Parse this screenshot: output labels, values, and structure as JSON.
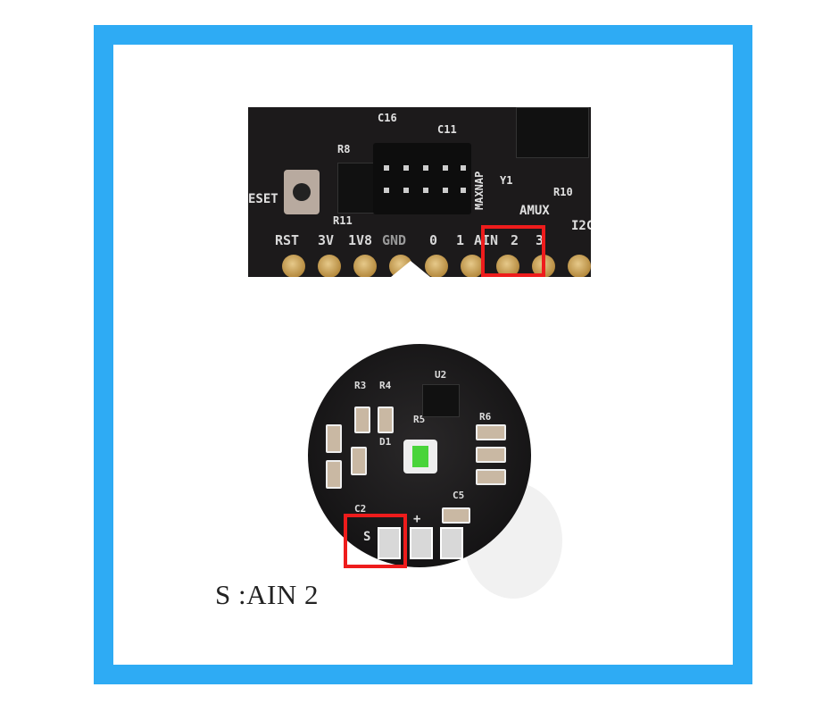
{
  "colors": {
    "frame": "#2eabf4",
    "highlight_box": "#ee1c1c",
    "led": "#49d43a",
    "pcb": "#1c1a1b"
  },
  "top_board": {
    "pin_labels": [
      "RST",
      "3V",
      "1V8",
      "GND",
      "0",
      "1",
      "AIN",
      "2",
      "3"
    ],
    "silkscreen": {
      "reset": "ESET",
      "c16": "C16",
      "c11": "C11",
      "r8": "R8",
      "r11": "R11",
      "maxnap": "MAXNAP",
      "y1": "Y1",
      "r10": "R10",
      "amux": "AMUX",
      "i2c": "I2C"
    }
  },
  "sensor_board": {
    "silkscreen": {
      "r3": "R3",
      "r4": "R4",
      "u2": "U2",
      "r6": "R6",
      "r5": "R5",
      "d1": "D1",
      "c5": "C5",
      "c2": "C2",
      "s": "S",
      "plus": "+"
    }
  },
  "caption": "S :AIN 2"
}
